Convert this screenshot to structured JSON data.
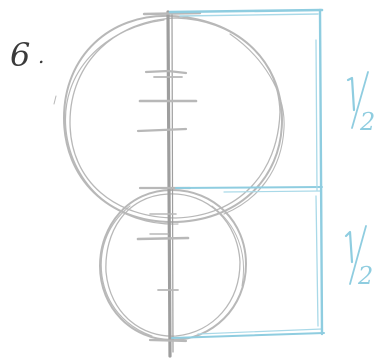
{
  "step": {
    "number": "6",
    "dot": "."
  },
  "proportions": {
    "top": {
      "numerator": "1",
      "denominator": "2"
    },
    "bottom": {
      "numerator": "1",
      "denominator": "2"
    }
  },
  "colors": {
    "pencil": "#b8b8b8",
    "pencil_dark": "#9e9e9e",
    "guide_blue": "#8fcde0",
    "ink": "#3a3a3a"
  }
}
